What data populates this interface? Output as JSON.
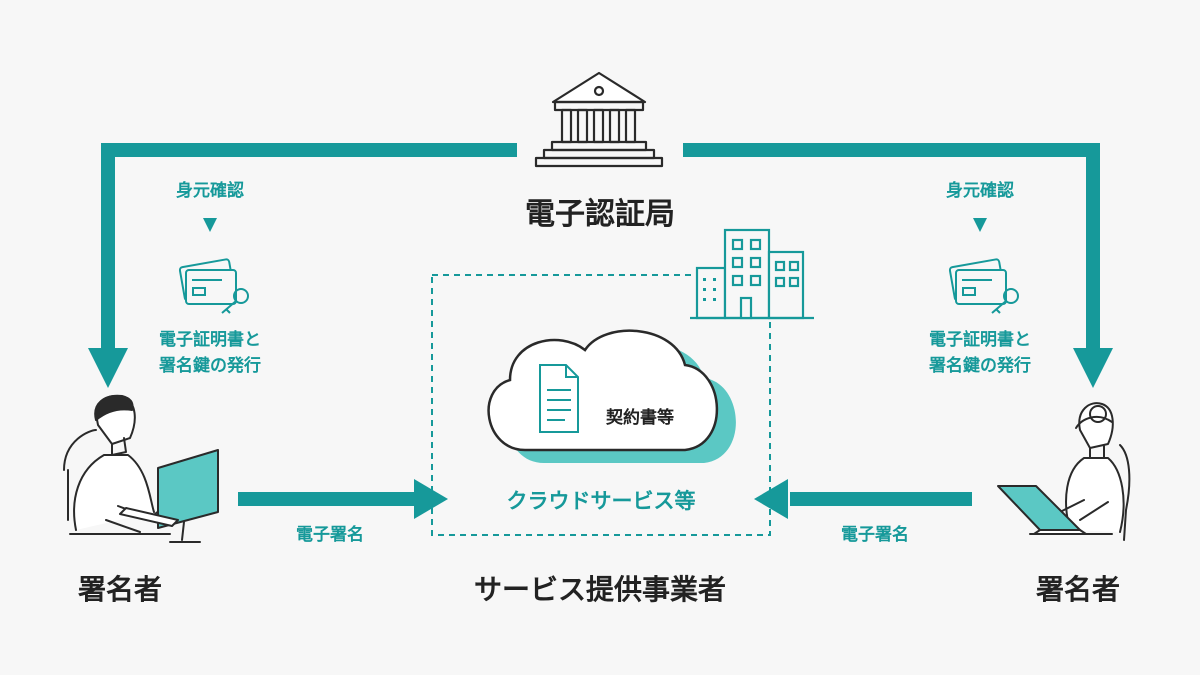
{
  "authority": {
    "label": "電子認証局",
    "icon": "bank-building-icon"
  },
  "left_flow": {
    "identity_label": "身元確認",
    "cert_label_line1": "電子証明書と",
    "cert_label_line2": "署名鍵の発行",
    "signature_label": "電子署名",
    "signer_label": "署名者"
  },
  "right_flow": {
    "identity_label": "身元確認",
    "cert_label_line1": "電子証明書と",
    "cert_label_line2": "署名鍵の発行",
    "signature_label": "電子署名",
    "signer_label": "署名者"
  },
  "service": {
    "cloud_doc_label": "契約書等",
    "cloud_service_label": "クラウドサービス等",
    "provider_label": "サービス提供事業者"
  },
  "colors": {
    "teal": "#16999a",
    "teal_light": "#5bc8c4",
    "background": "#f7f7f7",
    "outline": "#2a2a2a"
  }
}
